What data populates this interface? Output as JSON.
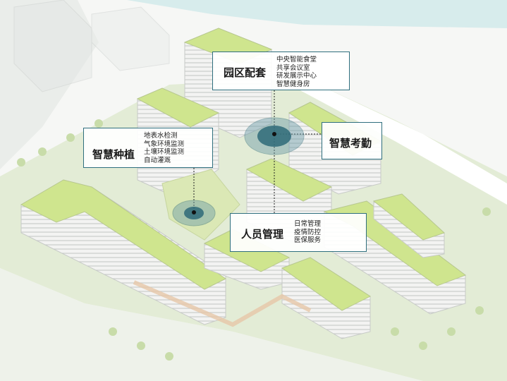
{
  "callouts": {
    "park": {
      "title": "园区配套",
      "items": [
        "中央智能食堂",
        "共享会议室",
        "研发展示中心",
        "智慧健身房"
      ]
    },
    "farming": {
      "title": "智慧种植",
      "items": [
        "地表水检测",
        "气象环境监测",
        "土壤环境监测",
        "自动灌溉"
      ]
    },
    "attendance": {
      "title": "智慧考勤"
    },
    "people": {
      "title": "人员管理",
      "items": [
        "日常管理",
        "疫情防控",
        "医保服务"
      ]
    }
  },
  "colors": {
    "roof": "#cfe58e",
    "facade": "#f2f2f1",
    "ground": "#e4edd8",
    "water": "#d6ecec",
    "marker": "#2e6a78",
    "border": "#2f6f7e"
  }
}
